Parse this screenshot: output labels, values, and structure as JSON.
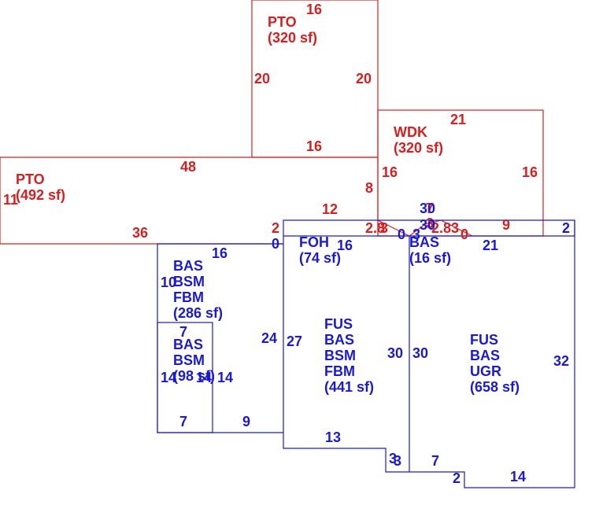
{
  "colors": {
    "addition": "#d42020",
    "building": "#1a1ad0"
  },
  "areas": {
    "pto_top": {
      "code": "PTO",
      "area": "(320 sf)"
    },
    "wdk": {
      "code": "WDK",
      "area": "(320 sf)"
    },
    "pto_left": {
      "code": "PTO",
      "area": "(492 sf)"
    },
    "foh": {
      "code": "FOH",
      "area": "(74 sf)"
    },
    "bas_small": {
      "code": "BAS",
      "area": "(16 sf)"
    },
    "left_upper": {
      "line1": "BAS",
      "line2": "BSM",
      "line3": "FBM",
      "area": "(286 sf)"
    },
    "left_lower": {
      "line1": "BAS",
      "line2": "BSM",
      "area": "(98 sf)"
    },
    "center": {
      "line1": "FUS",
      "line2": "BAS",
      "line3": "BSM",
      "line4": "FBM",
      "area": "(441 sf)"
    },
    "right": {
      "line1": "FUS",
      "line2": "BAS",
      "line3": "UGR",
      "area": "(658 sf)"
    }
  },
  "dims": {
    "pto_top_top": "16",
    "pto_top_left": "20",
    "pto_top_right": "20",
    "pto_top_bottom": "16",
    "wdk_top": "21",
    "wdk_left": "16",
    "wdk_right": "16",
    "wdk_bottom": "9",
    "pto_left_top": "48",
    "pto_left_side": "11",
    "pto_left_bottom": "36",
    "pto_left_inner": "8",
    "pto_left_step": "12",
    "r_2a": "2",
    "r_2b": "2",
    "r_28": "2.8",
    "r_3a": "3",
    "r_7": "7",
    "r_3b": "3",
    "r_283": "2.83",
    "r_0a": "0",
    "r_0b": "0",
    "b_0a": "0",
    "b_0b": "0",
    "b_2": "2",
    "foh_16": "16",
    "bas_30": "30",
    "bas_30b": "30",
    "bas_3": "3",
    "bas_21": "21",
    "lu_16": "16",
    "lu_10": "10",
    "lu_7": "7",
    "lu_24": "24",
    "ll_14a": "14",
    "ll_14b": "14",
    "ll_14c": "14",
    "ll_7": "7",
    "b_9": "9",
    "c_27": "27",
    "c_30a": "30",
    "c_30b": "30",
    "c_13": "13",
    "c_3": "3",
    "c_3b": "3",
    "rt_7": "7",
    "rt_2": "2",
    "rt_14": "14",
    "rt_32": "32",
    "rt_2top": "2"
  }
}
